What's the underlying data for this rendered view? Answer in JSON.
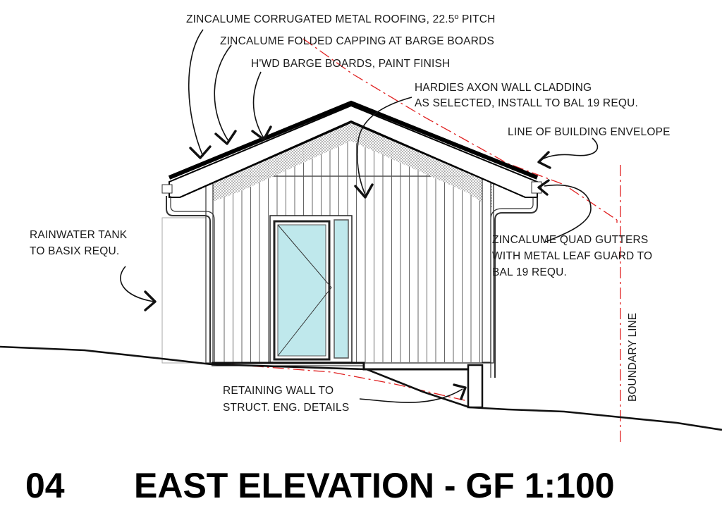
{
  "labels": {
    "roofing": "ZINCALUME CORRUGATED METAL ROOFING, 22.5º PITCH",
    "capping": "ZINCALUME FOLDED CAPPING AT BARGE BOARDS",
    "barge": "H'WD BARGE BOARDS, PAINT FINISH",
    "cladding_1": "HARDIES AXON WALL CLADDING",
    "cladding_2": "AS SELECTED, INSTALL TO BAL 19 REQU.",
    "envelope": "LINE OF BUILDING ENVELOPE",
    "tank_1": "RAINWATER TANK",
    "tank_2": "TO BASIX REQU.",
    "gutters_1": "ZINCALUME QUAD GUTTERS",
    "gutters_2": "WITH METAL LEAF GUARD TO",
    "gutters_3": "BAL 19 REQU.",
    "retaining_1": "RETAINING WALL TO",
    "retaining_2": "STRUCT. ENG. DETAILS",
    "boundary": "BOUNDARY LINE"
  },
  "title": {
    "number": "04",
    "text": "EAST ELEVATION - GF 1:100"
  },
  "colors": {
    "envelope_line": "#e02020",
    "glazing": "#bfe8ec",
    "ink": "#111111"
  }
}
